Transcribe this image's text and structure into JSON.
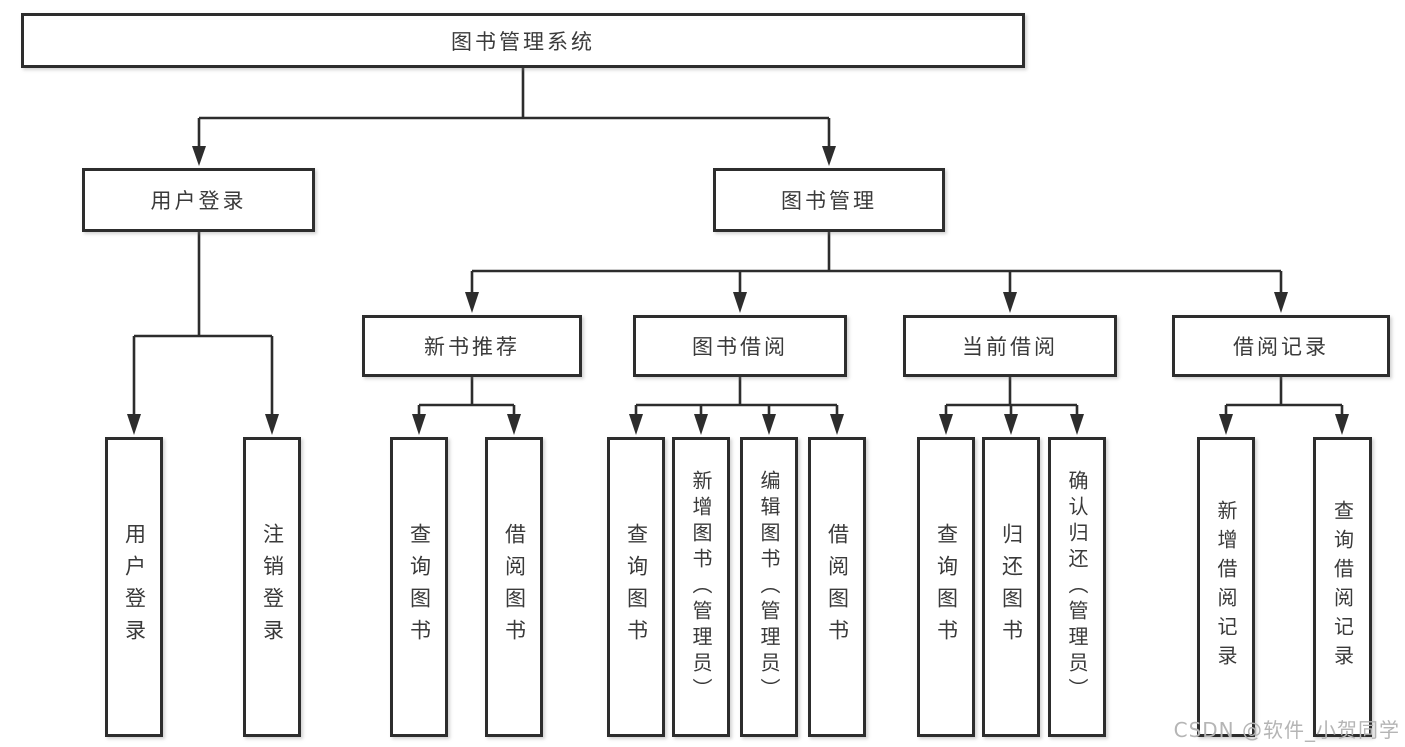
{
  "diagram": {
    "root": "图书管理系统",
    "level1": [
      "用户登录",
      "图书管理"
    ],
    "level2": [
      "新书推荐",
      "图书借阅",
      "当前借阅",
      "借阅记录"
    ],
    "login_children": [
      "用户登录",
      "注销登录"
    ],
    "new_book_children": [
      "查询图书",
      "借阅图书"
    ],
    "borrow_children": [
      "查询图书",
      "新增图书（管理员）",
      "编辑图书（管理员）",
      "借阅图书"
    ],
    "current_children": [
      "查询图书",
      "归还图书",
      "确认归还（管理员）"
    ],
    "record_children": [
      "新增借阅记录",
      "查询借阅记录"
    ]
  },
  "watermark": {
    "text": "CSDN @软件_小贺同学"
  },
  "colors": {
    "line": "#2d2d2d",
    "text": "#3a3a3a",
    "watermark": "#b5b5b5",
    "background": "#ffffff"
  }
}
